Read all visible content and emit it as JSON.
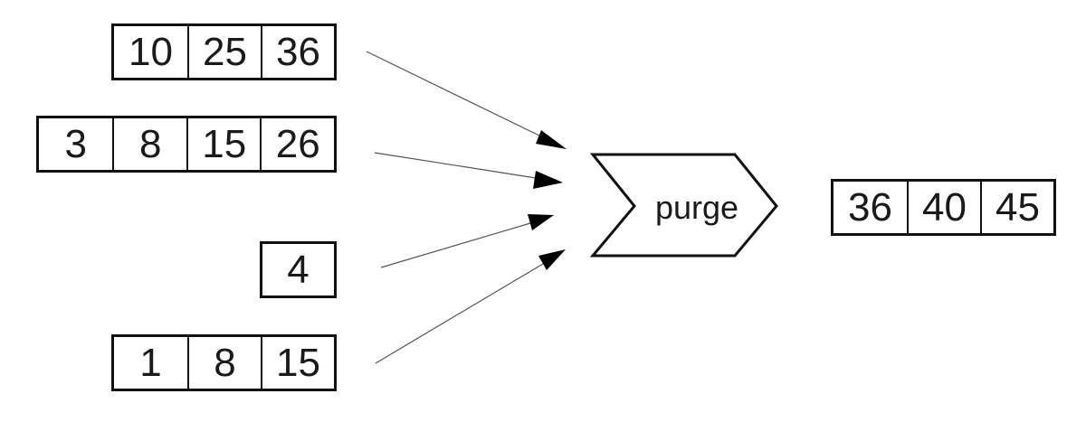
{
  "inputs": [
    {
      "cells": [
        "10",
        "25",
        "36"
      ]
    },
    {
      "cells": [
        "3",
        "8",
        "15",
        "26"
      ]
    },
    {
      "cells": [
        "4"
      ]
    },
    {
      "cells": [
        "1",
        "8",
        "15"
      ]
    }
  ],
  "process": {
    "label": "purge"
  },
  "output": {
    "cells": [
      "36",
      "40",
      "45"
    ]
  }
}
